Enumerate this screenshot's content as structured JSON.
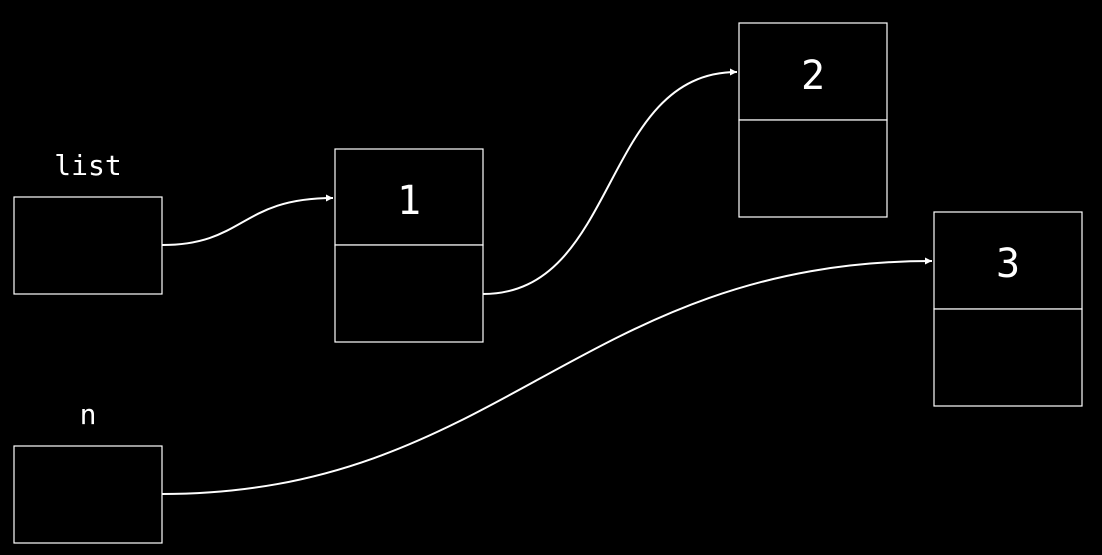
{
  "colors": {
    "background": "#000000",
    "foreground": "#ffffff"
  },
  "variables": [
    {
      "label": "list"
    },
    {
      "label": "n"
    }
  ],
  "nodes": [
    {
      "value": "1"
    },
    {
      "value": "2"
    },
    {
      "value": "3"
    }
  ],
  "pointers": [
    {
      "from": "list",
      "to": "node-1"
    },
    {
      "from": "node-1.next",
      "to": "node-2"
    },
    {
      "from": "n",
      "to": "node-3"
    }
  ]
}
